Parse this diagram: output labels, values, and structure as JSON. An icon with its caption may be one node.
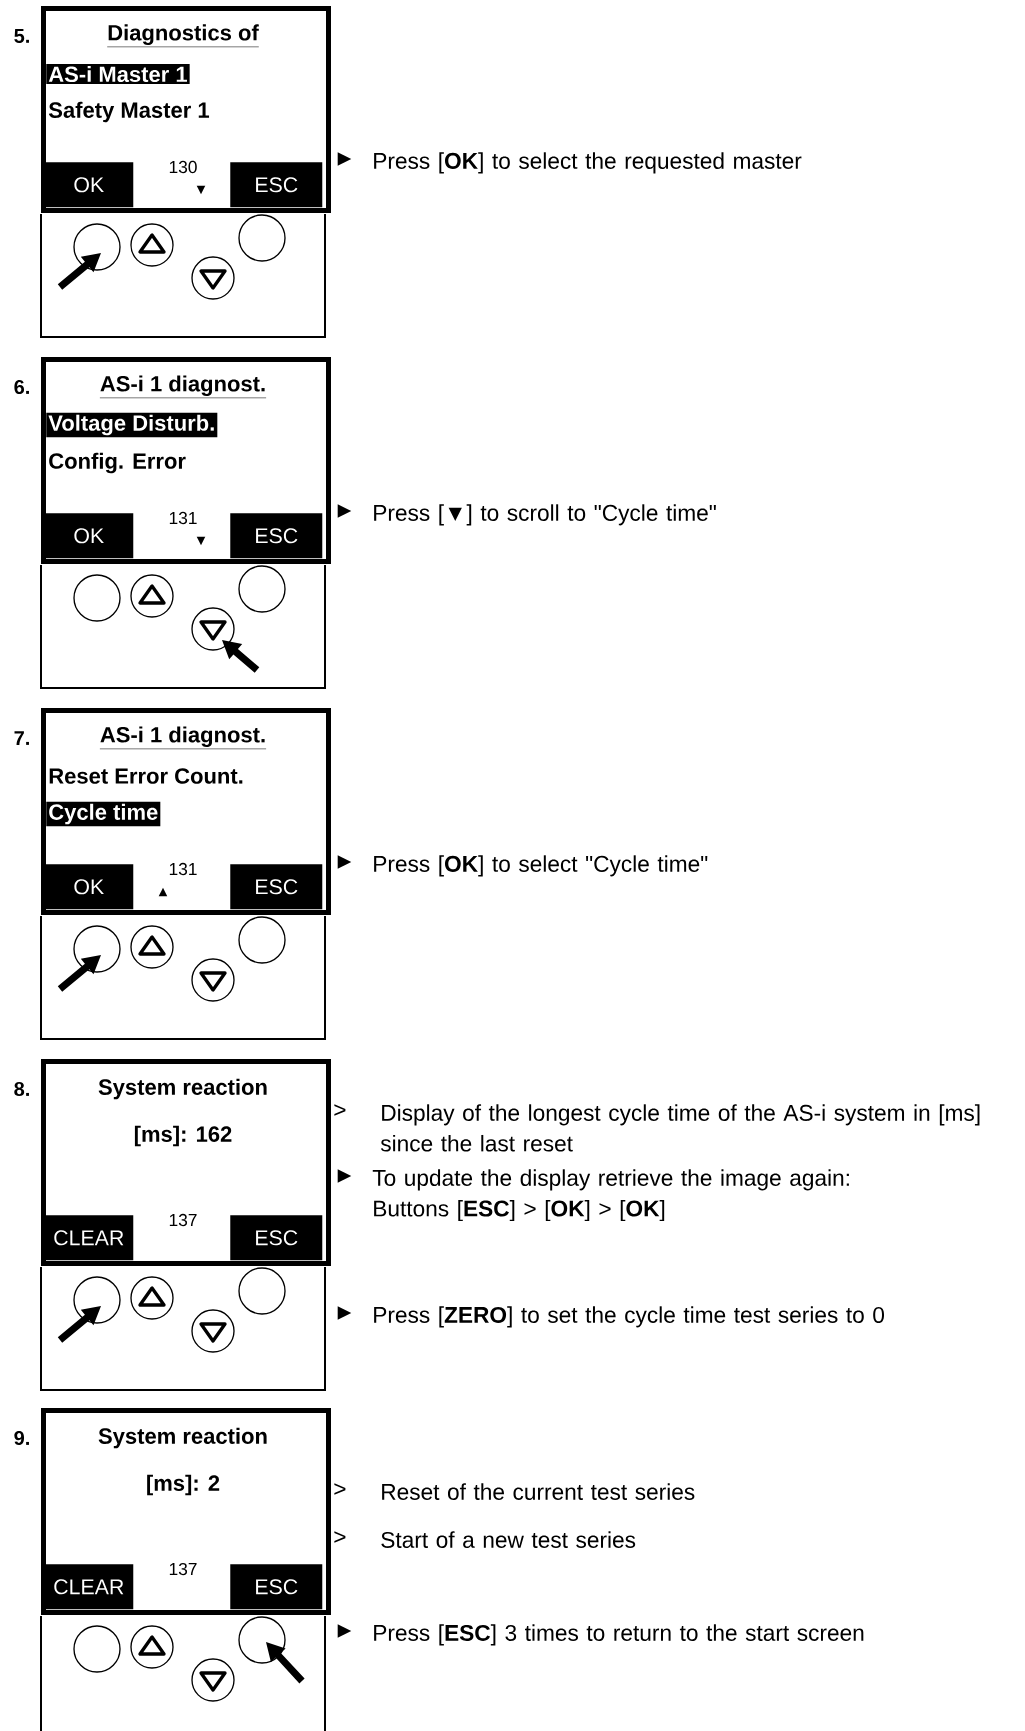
{
  "diagram": {
    "nodes": [
      {
        "text": [
          "Diagnostics of",
          "AS-i Master 1",
          "Safety Master 1"
        ]
      },
      {
        "text": [
          "OK"
        ],
        "in": 0
      },
      {
        "text": [
          "ESC"
        ],
        "in": 0
      },
      {
        "text": [
          "AS-i 1 diagnost.",
          "Voltage Disturb.",
          "Config. Error"
        ]
      },
      {
        "text": [
          "OK"
        ],
        "in": 3
      },
      {
        "text": [
          "ESC"
        ],
        "in": 3
      },
      {
        "text": [
          "AS-i 1 diagnost.",
          "Reset Error Count.",
          "Cycle time"
        ]
      },
      {
        "text": [
          "OK"
        ],
        "in": 6
      },
      {
        "text": [
          "ESC"
        ],
        "in": 6
      },
      {
        "text": [
          "System reaction",
          "[ms]:  162"
        ]
      },
      {
        "text": [
          "CLEAR"
        ],
        "in": 9
      },
      {
        "text": [
          "ESC"
        ],
        "in": 9
      },
      {
        "text": [
          "System reaction",
          "[ms]:  2"
        ]
      },
      {
        "text": [
          "CLEAR"
        ],
        "in": 12
      },
      {
        "text": [
          "ESC"
        ],
        "in": 12
      }
    ],
    "labels": [
      "5.",
      "130",
      "▼",
      "►",
      "Press [**OK**] to select the requested master",
      "6.",
      "131",
      "▼",
      "►",
      "Press [▼] to scroll to \"Cycle time\"",
      "7.",
      "131",
      "▲",
      "►",
      "Press [**OK**] to select \"Cycle time\"",
      "8.",
      "137",
      ">",
      "Display of the longest cycle time of the AS-i system in [ms] since the last reset",
      "►",
      "To update the display retrieve the image again: Buttons [**ESC**] > [**OK**] > [**OK**]",
      "►",
      "Press [**ZERO**] to set the cycle time test series to 0",
      "9.",
      "137",
      ">",
      "Reset of the current test series",
      ">",
      "Start of a new test series",
      "►",
      "Press [**ESC**] 3 times to return to the start screen"
    ]
  }
}
